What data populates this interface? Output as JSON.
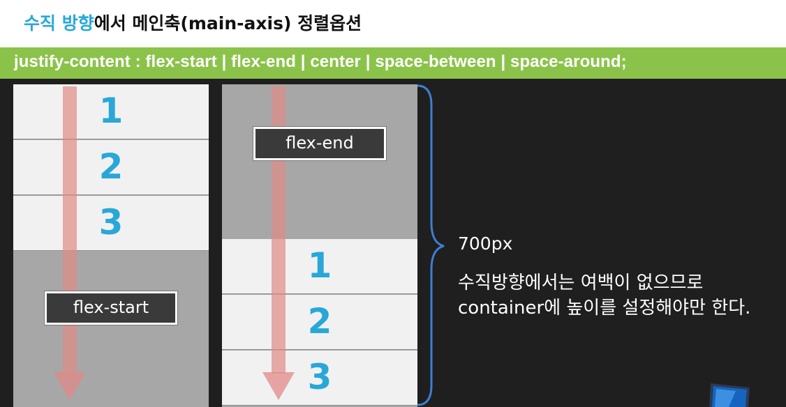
{
  "header": {
    "title_highlight": "수직 방향",
    "title_rest": "에서 메인축(main-axis) 정렬옵션"
  },
  "code": {
    "line": "justify-content : flex-start | flex-end | center | space-between | space-around;"
  },
  "demo_start": {
    "items": [
      "1",
      "2",
      "3"
    ],
    "label": "flex-start"
  },
  "demo_end": {
    "items": [
      "1",
      "2",
      "3"
    ],
    "label": "flex-end"
  },
  "measure": {
    "height_label": "700px"
  },
  "note": {
    "line1": "수직방향에서는 여백이 없으므로",
    "line2": "container에 높이를 설정해야만 한다."
  },
  "colors": {
    "accent": "#29a8d8",
    "code_bar": "#8bc34a",
    "background": "#1f1f1f",
    "container": "#a7a7a7",
    "item": "#f1f1f1",
    "arrow": "#e8a29f",
    "brace": "#3d7fd0"
  },
  "icons": {
    "direction_arrow": "down-arrow-icon",
    "brace": "curly-brace-icon",
    "corner": "monitor-icon"
  }
}
